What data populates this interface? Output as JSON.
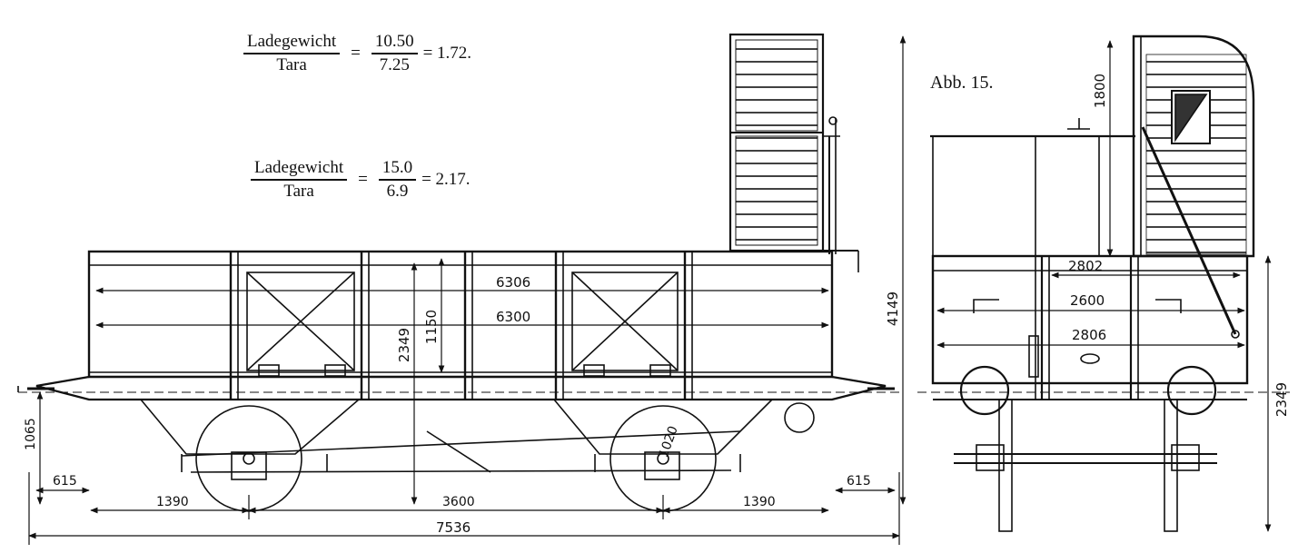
{
  "formulas": [
    {
      "num_label": "Ladegewicht",
      "den_label": "Tara",
      "num_value": "10.50",
      "den_value": "7.25",
      "result": "= 1.72."
    },
    {
      "num_label": "Ladegewicht",
      "den_label": "Tara",
      "num_value": "15.0",
      "den_value": "6.9",
      "result": "= 2.17."
    }
  ],
  "figure_label": "Abb. 15.",
  "side_view_dims": {
    "overall_length": "7536",
    "inner_length_top": "6306",
    "inner_length_bottom": "6300",
    "wall_height": "1150",
    "total_height": "2349",
    "overall_height": "4149",
    "buffer_height": "1065",
    "overhang_left": "615",
    "overhang_right": "615",
    "support_left": "1390",
    "support_right": "1390",
    "wheelbase": "3600",
    "wheel_diameter": "1020"
  },
  "end_view_dims": {
    "width_top": "2802",
    "width_mid": "2600",
    "width_low": "2806",
    "cabin_height": "1800",
    "total_height": "2349"
  }
}
